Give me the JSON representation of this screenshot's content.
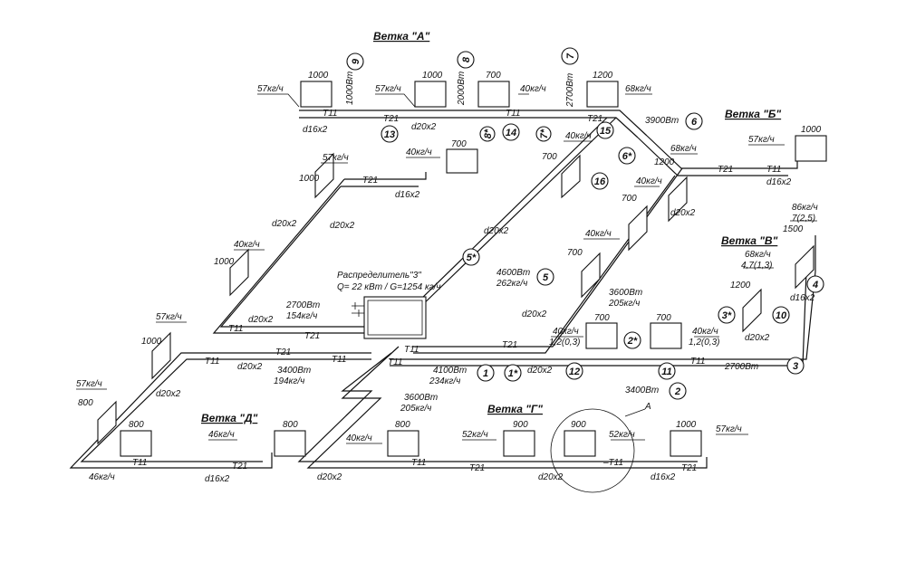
{
  "branches": {
    "a": "Ветка \"А\"",
    "b": "Ветка \"Б\"",
    "v": "Ветка \"В\"",
    "g": "Ветка \"Г\"",
    "d": "Ветка \"Д\""
  },
  "distributor": {
    "title": "Распределитель\"3\"",
    "params": "Q= 22 кВт / G=1254 кг/ч"
  },
  "detail_mark": "А",
  "radiators": {
    "a1": "1000",
    "a2": "1000",
    "a3": "700",
    "a4": "1200",
    "b1": "1000",
    "c1": "700",
    "c2": "1200",
    "m1": "700",
    "m2": "700",
    "m3": "700",
    "l1": "1000",
    "l2": "1000",
    "l3": "700",
    "l4": "1000",
    "l5": "800",
    "l6": "1000",
    "v1": "1500",
    "v2": "1200",
    "r1": "700",
    "r2": "700",
    "d1": "800",
    "d2": "800",
    "g0": "800",
    "g1": "900",
    "g2": "900",
    "g3": "1000"
  },
  "flows": {
    "a1": "57кг/ч",
    "a2": "57кг/ч",
    "a3": "40кг/ч",
    "a4": "68кг/ч",
    "c1": "40кг/ч",
    "c2": "68кг/ч",
    "b1": "57кг/ч",
    "m1": "40кг/ч",
    "m2": "40кг/ч",
    "m3": "40кг/ч",
    "l1": "57кг/ч",
    "l2": "40кг/ч",
    "l3": "57кг/ч",
    "l4": "46кг/ч",
    "l5": "57кг/ч",
    "v1": "86кг/ч",
    "v1b": "7(2,5)",
    "v2": "68кг/ч",
    "v2b": "4,7(1,3)",
    "r1": "40кг/ч",
    "r1b": "1,2(0,3)",
    "r2": "40кг/ч",
    "r2b": "1,2(0,3)",
    "d1": "46кг/ч",
    "d2": "46кг/ч",
    "g0": "40кг/ч",
    "g1": "52кг/ч",
    "g2": "52кг/ч",
    "g3": "57кг/ч"
  },
  "pipes": {
    "a1": "d16x2",
    "a2": "d20x2",
    "c1": "d16x2",
    "c2": "d20x2",
    "c3": "d20x2",
    "b1": "d16x2",
    "b2": "d20x2",
    "m1": "d20x2",
    "m2": "d20x2",
    "l1": "d20x2",
    "l2": "d20x2",
    "l3": "d20x2",
    "v1": "d16x2",
    "v2": "d20x2",
    "r1": "d20x2",
    "d1": "d16x2",
    "g1": "d20x2",
    "g2": "d20x2",
    "g3": "d16x2"
  },
  "markers": {
    "t11": "T11",
    "t21": "T21",
    "t11_dash": "–T11"
  },
  "powers": {
    "s9": "1000Вт",
    "s8": "2000Вт",
    "s7": "2700Вт",
    "s6": "3900Вт",
    "s5": "4600Вт",
    "s5b": "262кг/ч",
    "sdist": "2700Вт",
    "sdistb": "154кг/ч",
    "sl": "3400Вт",
    "slb": "194кг/ч",
    "s1": "4100Вт",
    "s1b": "234кг/ч",
    "sg": "3600Вт",
    "sgb": "205кг/ч",
    "sm": "3600Вт",
    "smb": "205кг/ч",
    "s2": "3400Вт",
    "s3": "2700Вт"
  },
  "sections": {
    "n9": "9",
    "n8": "8",
    "n7": "7",
    "n8s": "8*",
    "n7s": "7*",
    "n13": "13",
    "n14": "14",
    "n15": "15",
    "n6": "6",
    "n6s": "6*",
    "n16": "16",
    "n5s": "5*",
    "n5": "5",
    "n4": "4",
    "n10": "10",
    "n3s": "3*",
    "n2s": "2*",
    "n12": "12",
    "n11": "11",
    "n1": "1",
    "n1s": "1*",
    "n2": "2",
    "n3": "3"
  }
}
